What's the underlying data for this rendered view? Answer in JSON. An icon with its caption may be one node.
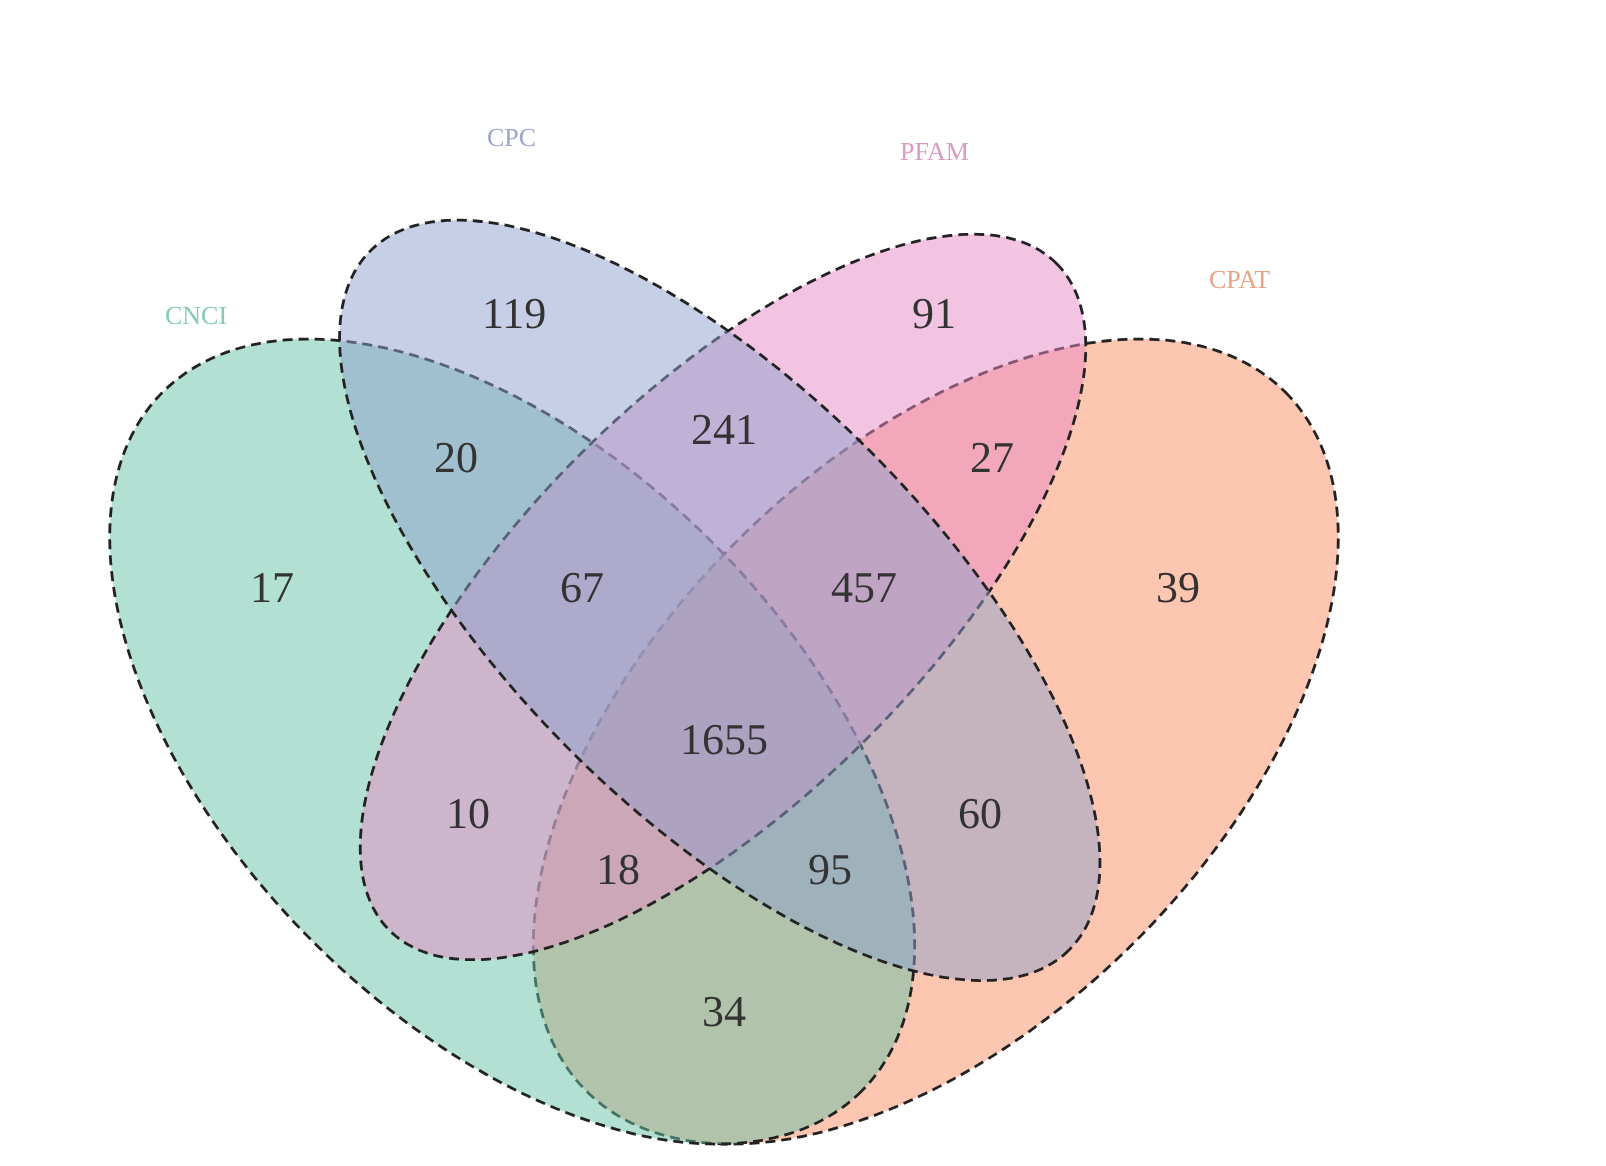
{
  "diagram": {
    "nodes": [
      {
        "text": [
          "CNCI"
        ]
      },
      {
        "text": [
          "CPC"
        ]
      },
      {
        "text": [
          "PFAM"
        ]
      },
      {
        "text": [
          "CPAT"
        ]
      }
    ],
    "labels": [
      "119",
      "91",
      "241",
      "20",
      "27",
      "17",
      "67",
      "457",
      "39",
      "1655",
      "10",
      "60",
      "18",
      "95",
      "34"
    ]
  }
}
